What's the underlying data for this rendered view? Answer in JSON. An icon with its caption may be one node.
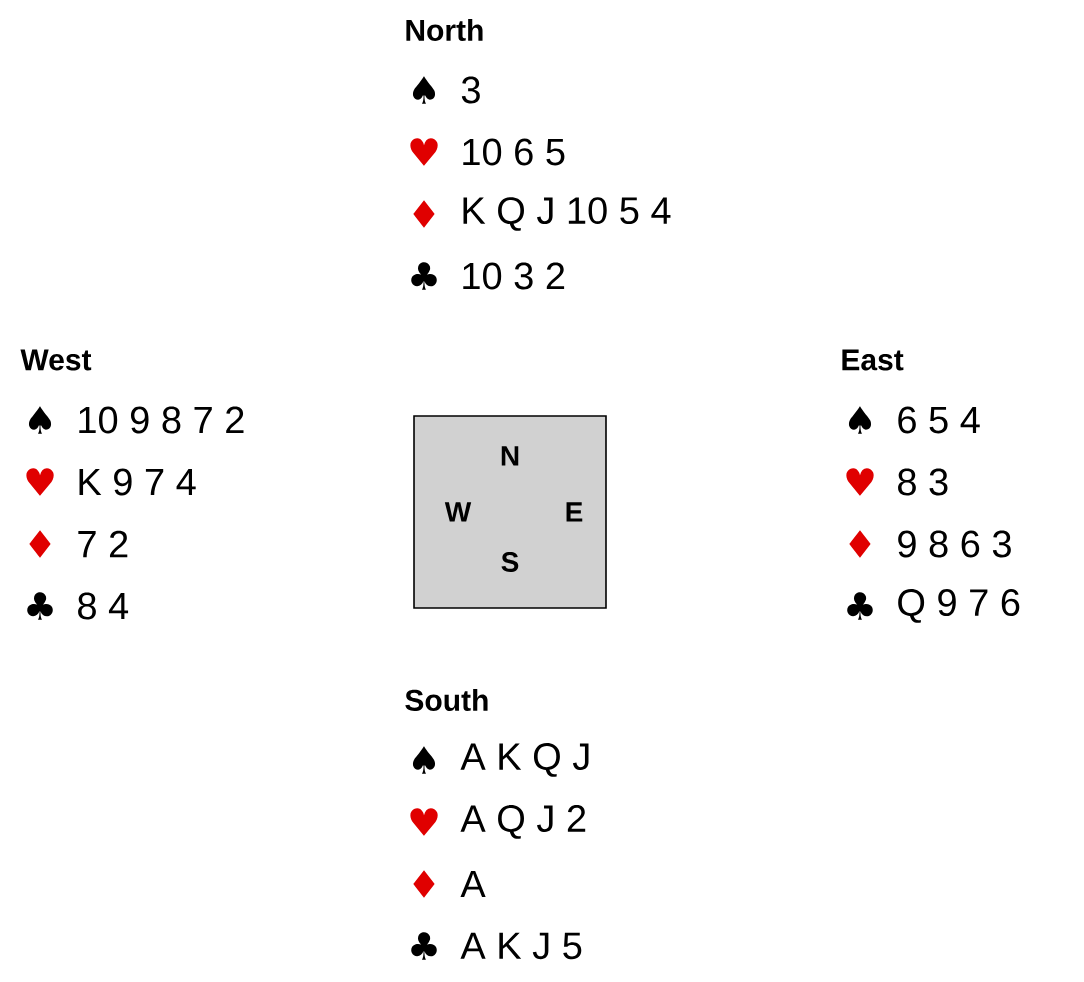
{
  "diagram": {
    "nodes": [
      {
        "text": [
          "N",
          "W",
          "E",
          "S"
        ]
      }
    ],
    "labels": [
      "North",
      "♠",
      "3",
      "♥",
      "10 6 5",
      "♦",
      "K Q J 10 5 4",
      "♣",
      "10 3 2",
      "West",
      "♠",
      "10 9 8 7 2",
      "♥",
      "K 9 7 4",
      "♦",
      "7 2",
      "♣",
      "8 4",
      "East",
      "♠",
      "6 5 4",
      "♥",
      "8 3",
      "♦",
      "9 8 6 3",
      "♣",
      "Q 9 7 6",
      "South",
      "♠",
      "A K Q J",
      "♥",
      "A Q J 2",
      "♦",
      "A",
      "♣",
      "A K J 5"
    ]
  }
}
